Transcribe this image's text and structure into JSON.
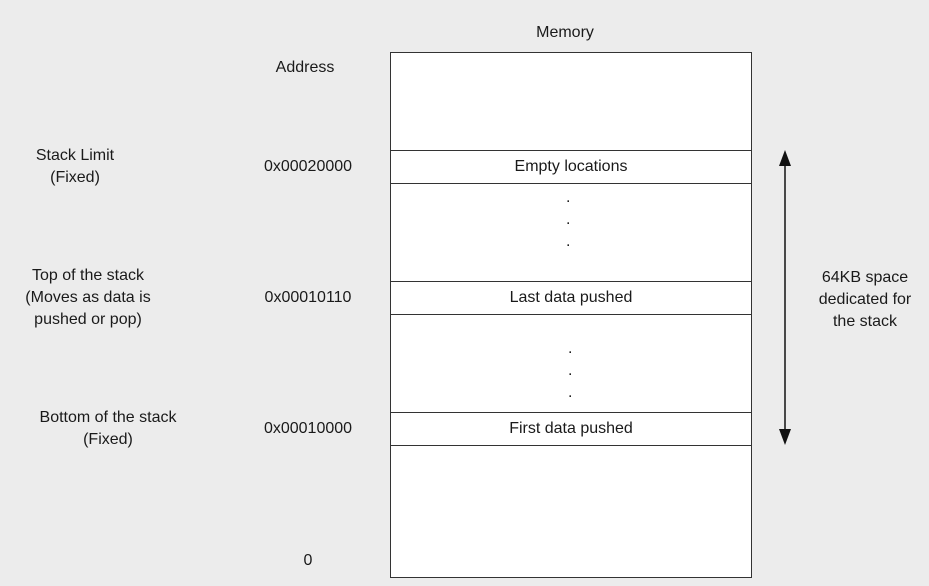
{
  "memory_header": "Memory",
  "address_header": "Address",
  "left_labels": {
    "stack_limit": [
      "Stack Limit",
      "(Fixed)"
    ],
    "top_of_stack": [
      "Top of the stack",
      "(Moves as data is",
      "pushed or pop)"
    ],
    "bottom_of_stack": [
      "Bottom of the stack",
      "(Fixed)"
    ]
  },
  "addresses": {
    "limit": "0x00020000",
    "top": "0x00010110",
    "bottom": "0x00010000",
    "zero": "0"
  },
  "cells": {
    "empty": "Empty locations",
    "last": "Last data pushed",
    "first": "First data pushed"
  },
  "ellipsis_dot": ".",
  "arrow_label": [
    "64KB space",
    "dedicated for",
    "the stack"
  ]
}
